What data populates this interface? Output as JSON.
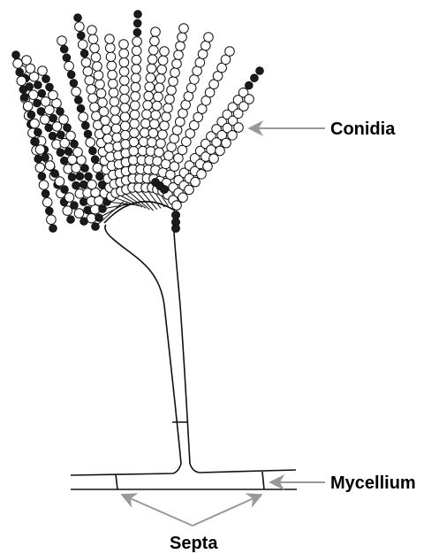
{
  "labels": {
    "conidia": "Conidia",
    "mycellium": "Mycellium",
    "septa": "Septa"
  },
  "colors": {
    "outline": "#111111",
    "arrow": "#999999",
    "spore_fill_light": "#ffffff",
    "spore_fill_dark": "#1a1a1a"
  }
}
